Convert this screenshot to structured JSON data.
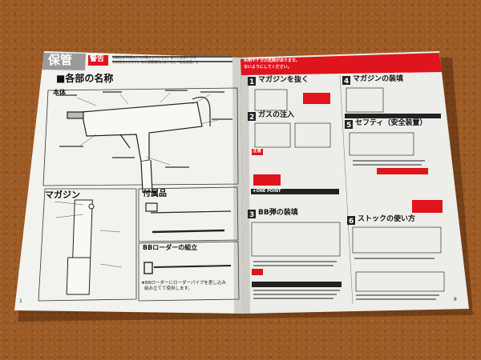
{
  "left_page": {
    "corner_title": "保管",
    "warning_badge": "警告",
    "warning_text_line1": "当製品は18歳以上を対象としています。誤った使用やガス",
    "warning_text_line2": "をお控えください。また保管場所には十分に「安全装置」を",
    "section_title": "■各部の名称",
    "body_heading": "本体",
    "magazine_heading": "マガジン",
    "accessory_heading": "付属品",
    "loader_heading": "BBローダーの組立",
    "loader_note_line1": "★BBローダーにローダーパイプを差し込み",
    "loader_note_line2": "組み立てて使用します。",
    "page_number": "1"
  },
  "right_page": {
    "top_text_line1": "失明やケガの危険があります。",
    "top_text_line2": "ないようにしてください。",
    "step1": "マガジンを抜く",
    "step2": "ガスの注入",
    "step3": "BB弾の装填",
    "step4": "マガジンの装填",
    "step5": "セフティ（安全装置）",
    "step6": "ストックの使い方",
    "one_point": "★ONE POINT",
    "chui": "注意",
    "page_number": "8"
  },
  "colors": {
    "table": "#9c5a24",
    "paper": "#f2f2ee",
    "accent_red": "#e0141c",
    "header_gray": "#9a9a9a",
    "ink": "#1a1a1a"
  }
}
